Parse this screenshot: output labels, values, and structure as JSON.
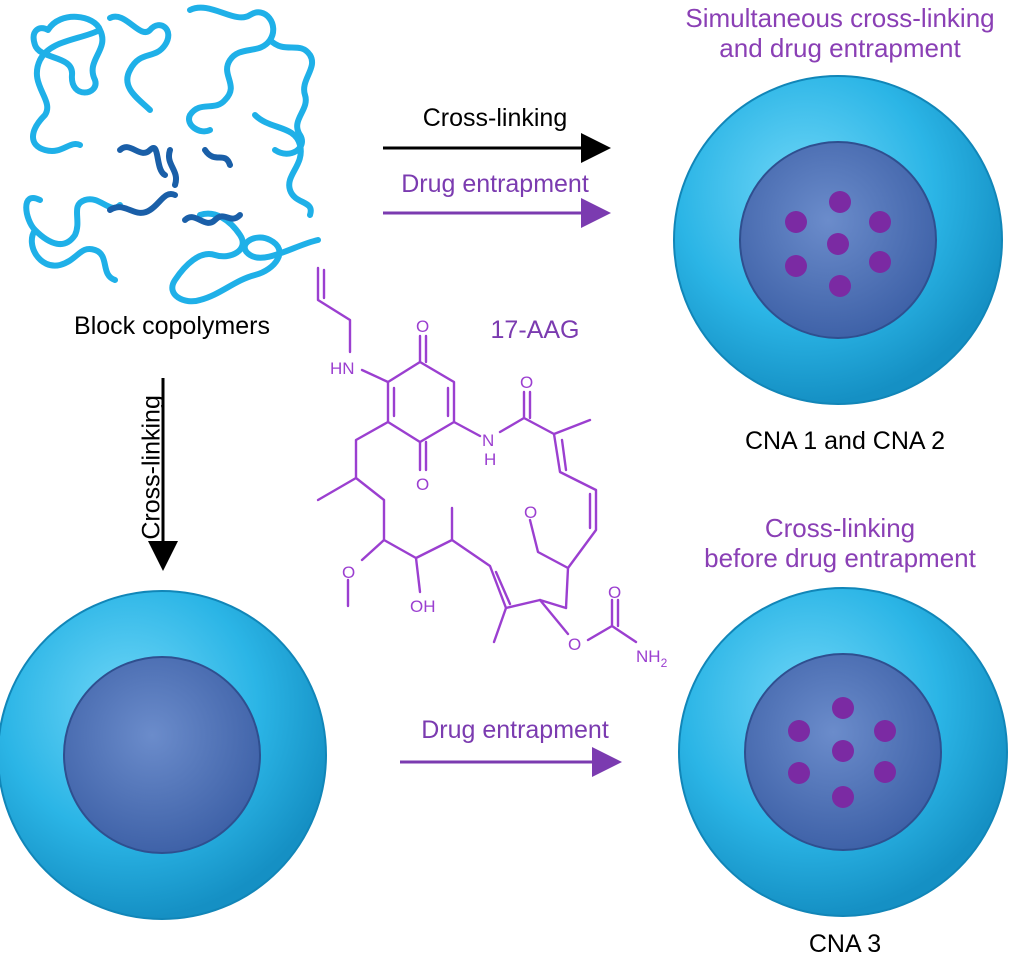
{
  "labels": {
    "block_copolymers": "Block copolymers",
    "cross_linking_top": "Cross-linking",
    "drug_entrapment_top": "Drug entrapment",
    "cross_linking_vertical": "Cross-linking",
    "drug_entrapment_bottom": "Drug entrapment",
    "simultaneous_line1": "Simultaneous cross-linking",
    "simultaneous_line2": "and drug entrapment",
    "before_line1": "Cross-linking",
    "before_line2": "before drug entrapment",
    "cna12": "CNA 1 and CNA 2",
    "cna3": "CNA 3",
    "drug_name": "17-AAG"
  },
  "molecule_atoms": {
    "o_top": "O",
    "o_bottom": "O",
    "o_amide": "O",
    "nh_ring": "HN",
    "nh_amide": "N",
    "h_amide": "H",
    "o_methoxy1": "O",
    "o_methoxy2": "O",
    "oh": "OH",
    "o_carbamate": "O",
    "o_carbonyl": "O",
    "nh2": "NH",
    "nh2_sub": "2"
  },
  "colors": {
    "shell": "#29b6e6",
    "core": "#4f74b8",
    "drug": "#7b2aa3",
    "arrow_black": "#000000",
    "arrow_purple": "#7b3bb0",
    "polymer_light": "#1fb0e8",
    "polymer_dark": "#1a5fa8"
  }
}
